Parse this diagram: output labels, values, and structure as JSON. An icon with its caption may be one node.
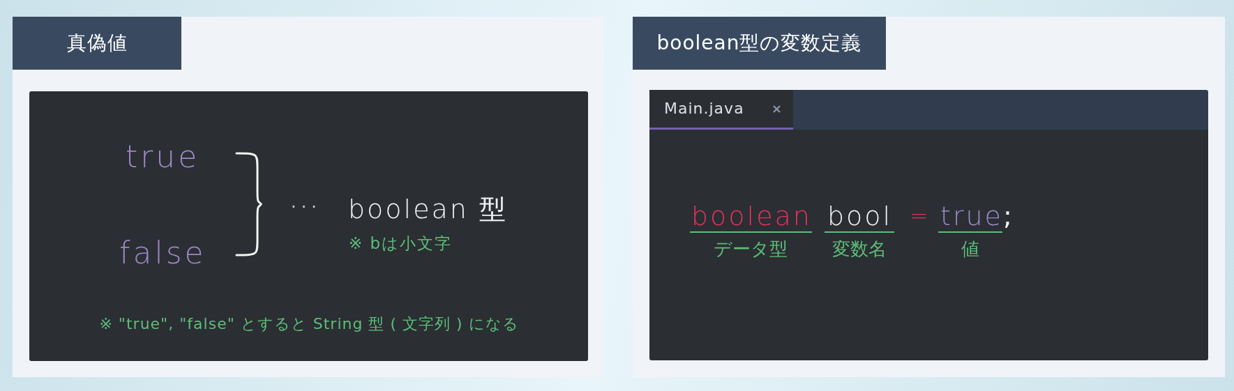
{
  "diagram": {
    "nodes": [
      {
        "text": [
          "真偽値"
        ]
      },
      {
        "text": [
          "true",
          "false",
          "···",
          "boolean 型",
          "※ bは小文字",
          "※ \"true\", \"false\" とすると String 型 ( 文字列 ) になる"
        ],
        "in": 0
      },
      {
        "text": [
          "boolean型の変数定義"
        ]
      },
      {
        "text": [
          "boolean",
          "bool",
          "=",
          "true",
          ";",
          "データ型",
          "変数名",
          "値"
        ],
        "in": 2
      },
      {
        "text": [
          "Main.java"
        ],
        "in": 3
      }
    ]
  }
}
